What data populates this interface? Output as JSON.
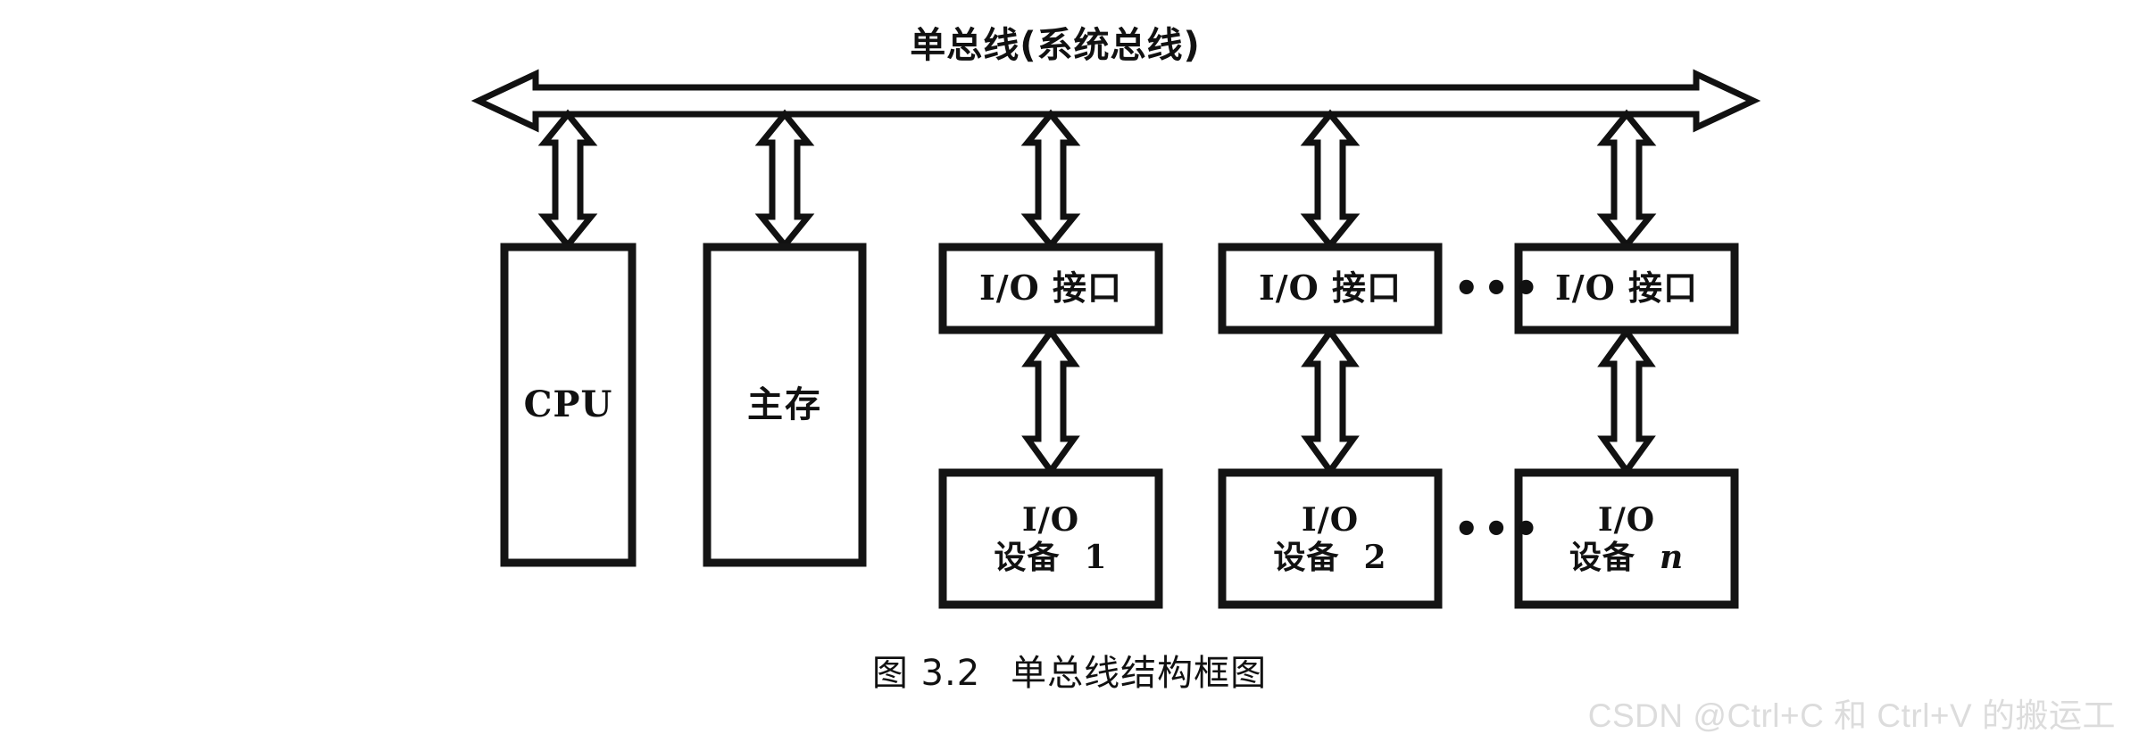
{
  "figure": {
    "bus_title": "单总线(系统总线)",
    "caption_number": "图 3.2",
    "caption_text": "单总线结构框图",
    "watermark": "CSDN @Ctrl+C 和 Ctrl+V 的搬运工",
    "ink_color": "#111111",
    "background_color": "#ffffff",
    "watermark_color": "#dcdcdc"
  },
  "bus": {
    "name": "single-system-bus",
    "label": "单总线(系统总线)",
    "direction": "bidirectional"
  },
  "blocks": {
    "cpu": {
      "label": "CPU"
    },
    "main_memory": {
      "label": "主存"
    },
    "io_interfaces": [
      {
        "label": "I/O 接口"
      },
      {
        "label": "I/O 接口"
      },
      {
        "label": "I/O 接口"
      }
    ],
    "io_devices": [
      {
        "line1": "I/O",
        "line2_text": "设备",
        "index": "1"
      },
      {
        "line1": "I/O",
        "line2_text": "设备",
        "index": "2"
      },
      {
        "line1": "I/O",
        "line2_text": "设备",
        "index": "n"
      }
    ]
  },
  "ellipsis": {
    "glyph": "•••",
    "interface_row": "•••",
    "device_row": "•••"
  }
}
